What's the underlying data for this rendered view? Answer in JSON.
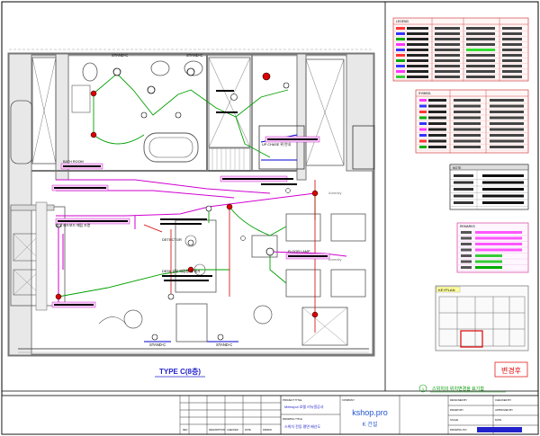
{
  "plan": {
    "title": "TYPE C(8층)",
    "labels": {
      "stand_top_1": "STAND-C",
      "stand_top_2": "STAND-C",
      "stand_bottom_1": "STAND-C",
      "stand_bottom_2": "STAND-C",
      "detector": "DETECTOR",
      "chase_note": "UP CHASE 위 안내",
      "desk_note": "DESK 상부 매립형 거 제거",
      "lamp_note": "침대 헤드보드 매립 조명",
      "bath_note": "BATH ROOM",
      "sofa_note": "FLOOR LAMP",
      "amenity_1": "Amenity",
      "amenity_2": "Amenity"
    }
  },
  "legend": {
    "table_a_title": "LEGEND",
    "table_b_title": "SYMBOL",
    "table_c_title": "NOTE",
    "table_d_title": "REMARKS"
  },
  "keyplan": {
    "title": "KEYPLAN"
  },
  "revision": {
    "stamp": "변경후",
    "note": "스위치의 위치변경을 표기함",
    "note_marker": "1"
  },
  "titleblock": {
    "project_label": "PROJECT TITLE",
    "project": "Metropol 호텔 리뉴얼공사",
    "drawing_label": "DRAWING TITLE",
    "drawing": "스위치 전등 평면 배선도",
    "company_label": "COMPANY",
    "brand": "kshop.pro",
    "company": "K 건설",
    "designed_by": "DESIGNED BY",
    "checked_by": "CHECKED BY",
    "drawn_by": "DRAWN BY",
    "approved_by": "APPROVED BY",
    "scale": "SCALE",
    "date": "DATE",
    "drawing_no": "DRAWING NO.",
    "revision_col": "REV",
    "description_col": "DESCRIPTION",
    "date_col": "DATE",
    "drawn_col": "DRAWN",
    "checked_col": "CHECKED"
  },
  "colors": {
    "wall": "#888888",
    "wire_green": "#00a000",
    "wire_magenta": "#d000d0",
    "wire_red": "#d00000",
    "wire_blue": "#0000d0",
    "accent_pink": "#ff8080"
  }
}
